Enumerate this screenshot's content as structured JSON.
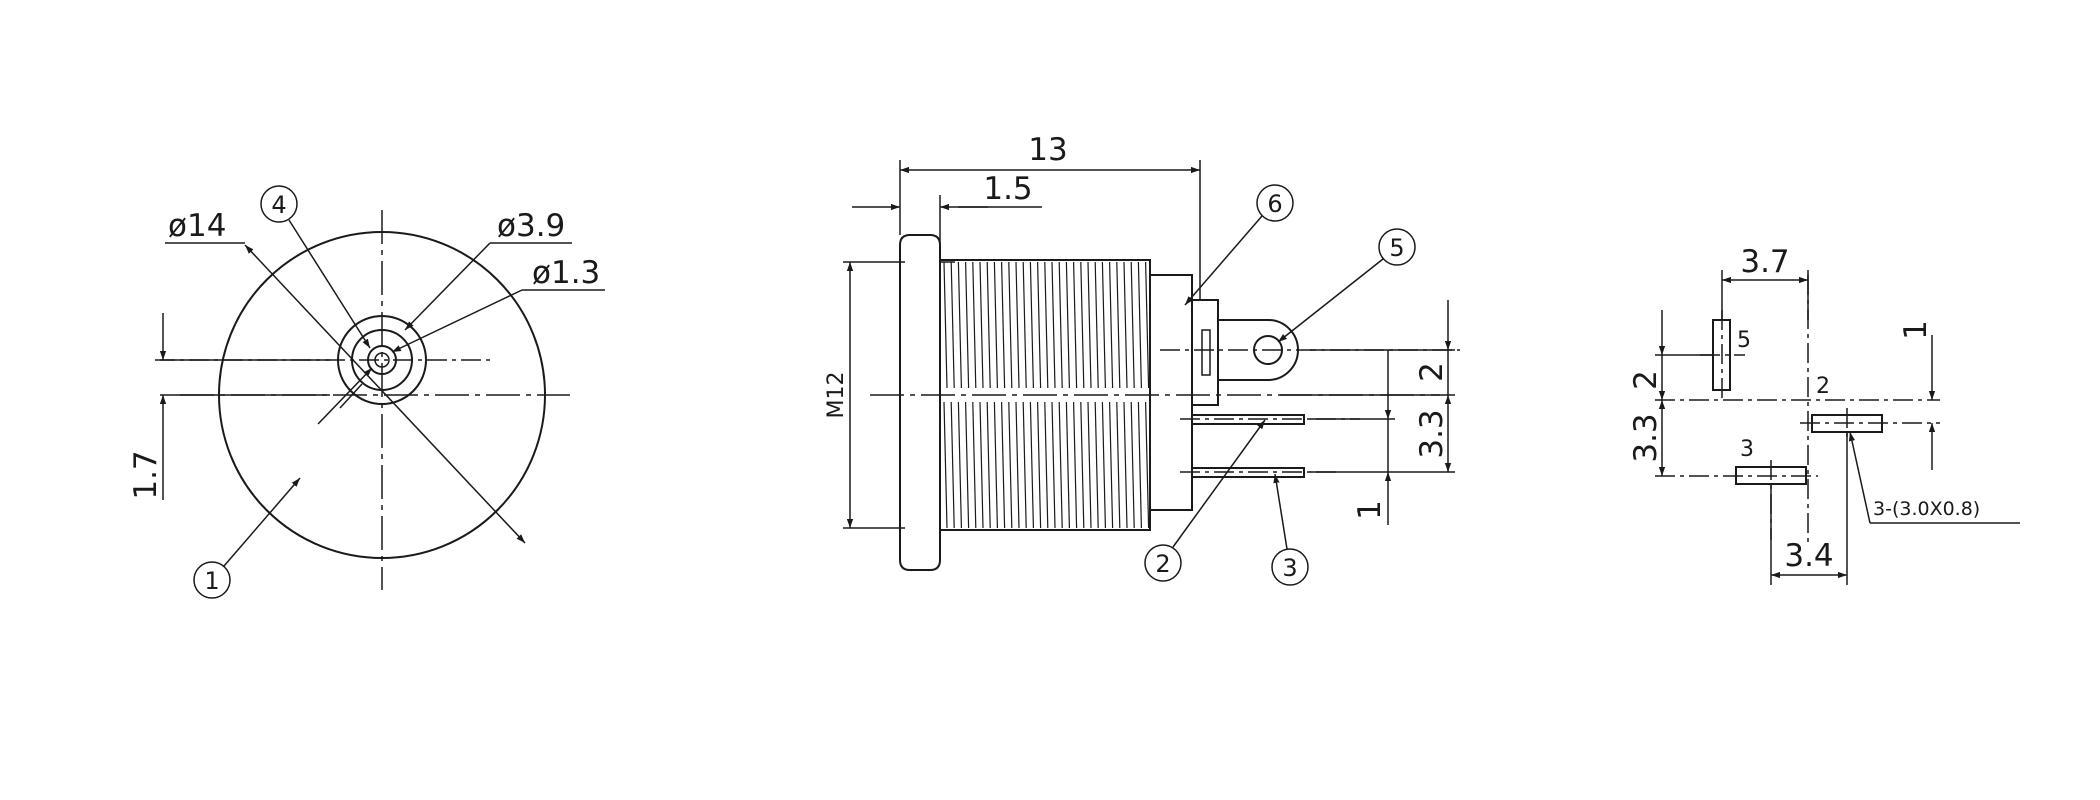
{
  "front_view": {
    "dim_outer_dia": "ø14",
    "dim_hole_dia": "ø3.9",
    "dim_pin_dia": "ø1.3",
    "dim_offset": "1.7",
    "callout_body": "1",
    "callout_pin": "4"
  },
  "side_view": {
    "dim_length": "13",
    "dim_flange": "1.5",
    "dim_thread": "M12",
    "dim_tab_to_center": "2",
    "dim_center_to_pin3": "3.3",
    "dim_pin2_to_pin3": "1",
    "callout_pin2": "2",
    "callout_pin3": "3",
    "callout_tab": "5",
    "callout_nut": "6"
  },
  "pcb_layout": {
    "dim_pad5_to_pad2": "3.7",
    "dim_pad5_vertical": "2",
    "dim_pad3_vertical": "3.3",
    "dim_pad2_vertical": "1",
    "dim_pad3_to_pad2": "3.4",
    "pad_label_5": "5",
    "pad_label_2": "2",
    "pad_label_3": "3",
    "note_pad_size": "3-(3.0X0.8)"
  }
}
